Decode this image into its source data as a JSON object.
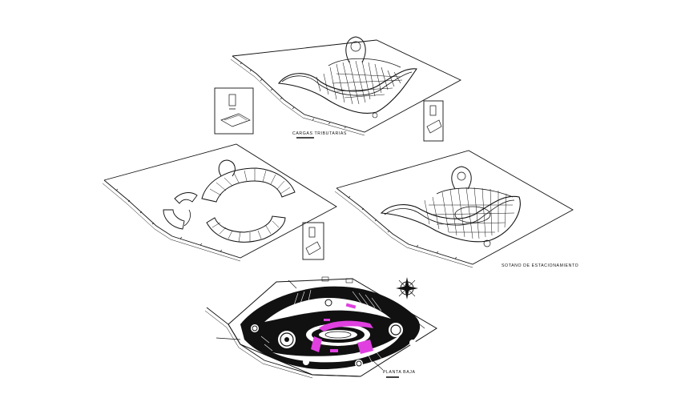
{
  "drawing": {
    "labels": {
      "cargas": "CARGAS TRIBUTARIAS",
      "sotano": "SOTANO DE ESTACIONAMIENTO",
      "planta": "PLANTA BAJA"
    },
    "colors": {
      "line": "#111111",
      "highlight": "#e040e0",
      "background": "#ffffff"
    },
    "icons": [
      "north-arrow-icon",
      "legend-card-icon"
    ]
  }
}
